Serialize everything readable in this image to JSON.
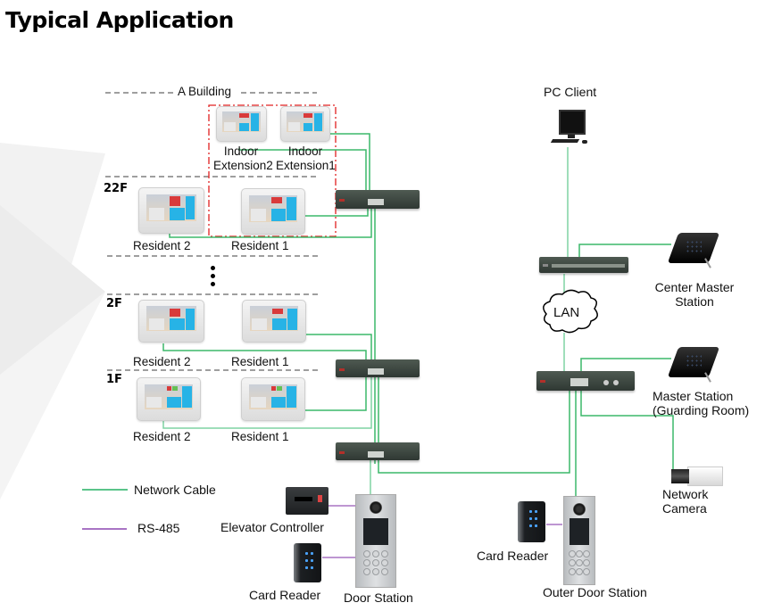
{
  "title": "Typical Application",
  "building": {
    "label": "A Building",
    "extension_group": [
      "Indoor Extension2",
      "Indoor Extension1"
    ],
    "extension_labels": [
      {
        "line1": "Indoor",
        "line2": "Extension2"
      },
      {
        "line1": "Indoor",
        "line2": "Extension1"
      }
    ],
    "floors": [
      {
        "name": "22F",
        "residents": [
          "Resident 2",
          "Resident 1"
        ]
      },
      {
        "name": "2F",
        "residents": [
          "Resident 2",
          "Resident 1"
        ]
      },
      {
        "name": "1F",
        "residents": [
          "Resident 2",
          "Resident 1"
        ]
      }
    ],
    "ellipsis": "⋮"
  },
  "devices": {
    "elevator_controller": "Elevator Controller",
    "card_reader_left": "Card Reader",
    "door_station": "Door Station",
    "pc_client": "PC Client",
    "center_master": {
      "line1": "Center Master",
      "line2": "Station"
    },
    "lan": "LAN",
    "master_station": {
      "line1": "Master Station",
      "line2": "(Guarding Room)"
    },
    "network_camera": {
      "line1": "Network",
      "line2": "Camera"
    },
    "card_reader_right": "Card Reader",
    "outer_door_station": "Outer Door Station"
  },
  "legend": [
    {
      "label": "Network Cable",
      "color": "#5ac48a"
    },
    {
      "label": "RS-485",
      "color": "#a874c4"
    }
  ],
  "colors": {
    "network": "#3cb86a",
    "network_light": "#7fd3a3",
    "rs485": "#a874c4",
    "extension_border": "#e02020",
    "floor_divider": "#666666"
  }
}
